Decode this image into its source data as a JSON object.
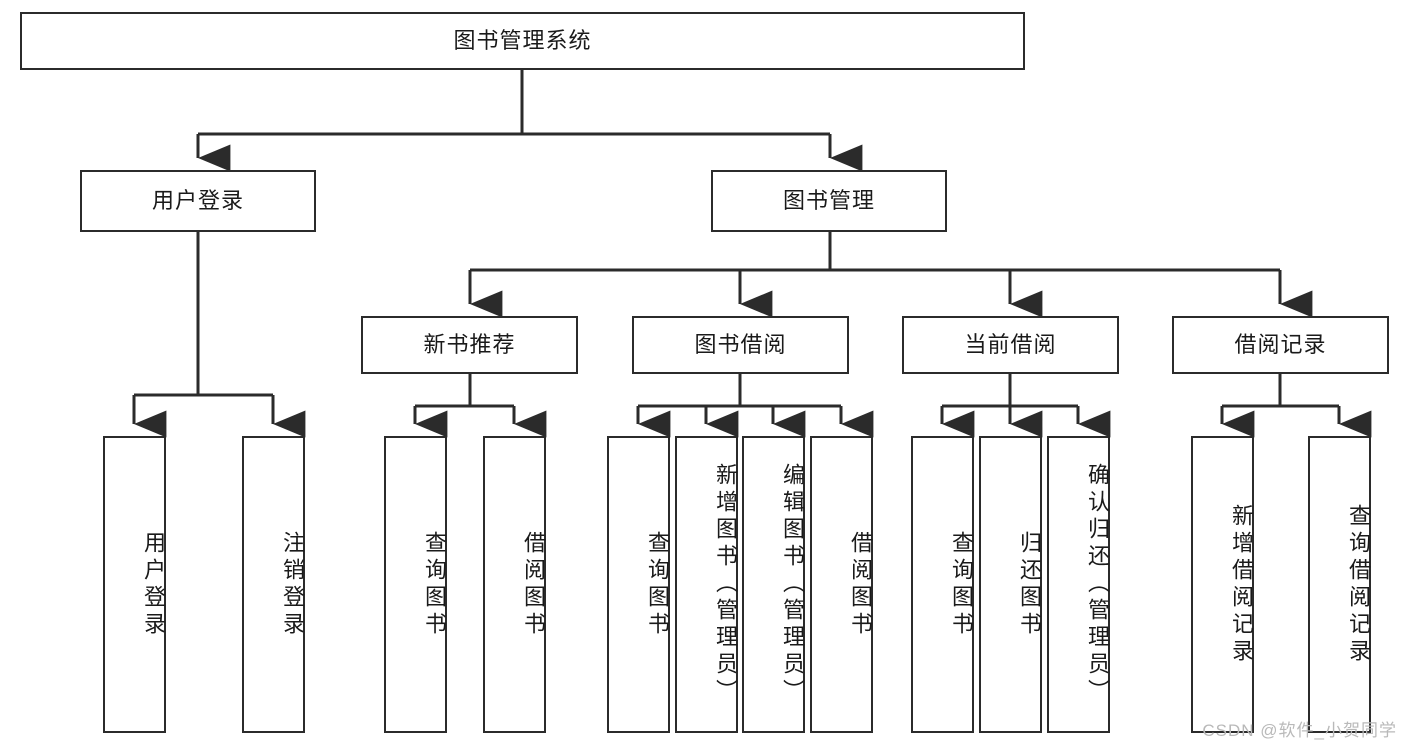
{
  "diagram": {
    "title": "图书管理系统",
    "type": "tree-hierarchy",
    "watermark": "CSDN @软件_小贺同学",
    "colors": {
      "border": "#2b2b2b",
      "background": "#ffffff",
      "text": "#1a1a1a",
      "watermark": "#b9b9b9"
    },
    "root": {
      "id": "root",
      "label": "图书管理系统"
    },
    "level2": [
      {
        "id": "user-login",
        "label": "用户登录"
      },
      {
        "id": "book-manage",
        "label": "图书管理"
      }
    ],
    "level3": [
      {
        "id": "new-book-rec",
        "label": "新书推荐",
        "parent": "book-manage"
      },
      {
        "id": "book-borrow",
        "label": "图书借阅",
        "parent": "book-manage"
      },
      {
        "id": "current-borrow",
        "label": "当前借阅",
        "parent": "book-manage"
      },
      {
        "id": "borrow-record",
        "label": "借阅记录",
        "parent": "book-manage"
      }
    ],
    "leaves": [
      {
        "id": "leaf-user-login",
        "label": "用户登录",
        "parent": "user-login"
      },
      {
        "id": "leaf-user-logout",
        "label": "注销登录",
        "parent": "user-login"
      },
      {
        "id": "leaf-query-book-1",
        "label": "查询图书",
        "parent": "new-book-rec"
      },
      {
        "id": "leaf-borrow-book-1",
        "label": "借阅图书",
        "parent": "new-book-rec"
      },
      {
        "id": "leaf-query-book-2",
        "label": "查询图书",
        "parent": "book-borrow"
      },
      {
        "id": "leaf-add-book",
        "label": "新增图书（管理员）",
        "parent": "book-borrow"
      },
      {
        "id": "leaf-edit-book",
        "label": "编辑图书（管理员）",
        "parent": "book-borrow"
      },
      {
        "id": "leaf-borrow-book-2",
        "label": "借阅图书",
        "parent": "book-borrow"
      },
      {
        "id": "leaf-query-book-3",
        "label": "查询图书",
        "parent": "current-borrow"
      },
      {
        "id": "leaf-return-book",
        "label": "归还图书",
        "parent": "current-borrow"
      },
      {
        "id": "leaf-confirm-return",
        "label": "确认归还（管理员）",
        "parent": "current-borrow"
      },
      {
        "id": "leaf-add-record",
        "label": "新增借阅记录",
        "parent": "borrow-record"
      },
      {
        "id": "leaf-query-record",
        "label": "查询借阅记录",
        "parent": "borrow-record"
      }
    ]
  }
}
